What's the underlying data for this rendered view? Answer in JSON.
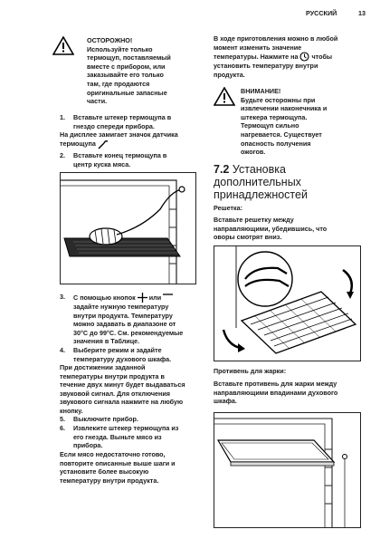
{
  "header": {
    "section": "РУССКИЙ",
    "page": "13"
  },
  "left": {
    "warning": {
      "title": "ОСТОРОЖНО!",
      "lines": [
        "Используйте только",
        "термощуп, поставляемый",
        "вместе с прибором, или",
        "заказывайте его только",
        "там, где продаются",
        "оригинальные запасные",
        "части."
      ]
    },
    "step1": {
      "num": "1.",
      "lines": [
        "Вставьте штекер термощупа в",
        "гнездо спереди прибора."
      ]
    },
    "para1": [
      "На дисплее замигает значок датчика",
      "термощупа"
    ],
    "step2": {
      "num": "2.",
      "lines": [
        "Вставьте конец термощупа в",
        "центр куска мяса."
      ]
    },
    "step3": {
      "num": "3.",
      "lines": [
        "С помощью кнопок",
        "или",
        "задайте нужную температуру",
        "внутри продукта. Температуру",
        "можно задавать в диапазоне от",
        "30°C до 99°C. См. рекомендуемые",
        "значения в Таблице."
      ]
    },
    "step4": {
      "num": "4.",
      "lines": [
        "Выберите режим и задайте",
        "температуру духового шкафа."
      ]
    },
    "para2": [
      "При достижении заданной",
      "температуры внутри продукта в",
      "течение двух минут будет выдаваться",
      "звуковой сигнал. Для отключения",
      "звукового сигнала нажмите на любую",
      "кнопку."
    ],
    "step5": {
      "num": "5.",
      "lines": [
        "Выключите прибор."
      ]
    },
    "step6": {
      "num": "6.",
      "lines": [
        "Извлеките штекер термощупа из",
        "его гнезда. Выньте мясо из",
        "прибора."
      ]
    },
    "para3": [
      "Если мясо недостаточно готово,",
      "повторите описанные выше шаги и",
      "установите более высокую",
      "температуру внутри продукта."
    ]
  },
  "right": {
    "intro": [
      "В ходе приготовления можно в любой",
      "момент изменить значение",
      "температуры. Нажмите на",
      "чтобы",
      "установить температуру внутри",
      "продукта."
    ],
    "caution": {
      "title": "ВНИМАНИЕ!",
      "lines": [
        "Будьте осторожны при",
        "извлечении наконечника и",
        "штекера термощупа.",
        "Термощуп сильно",
        "нагревается. Существует",
        "опасность получения",
        "ожогов."
      ]
    },
    "section": {
      "number": "7.2",
      "title_lines": [
        "Установка",
        "дополнительных",
        "принадлежностей"
      ]
    },
    "grid": {
      "label": "Решетка:",
      "lines": [
        "Вставьте решетку между",
        "направляющими, убедившись, что",
        "оворы смотрят вниз."
      ]
    },
    "tray": {
      "label": "Противень для жарки:",
      "lines": [
        "Вставьте противень для жарки между",
        "направляющими впадинами духового",
        "шкафа."
      ]
    }
  },
  "icons": [
    "warning-triangle-icon",
    "caution-triangle-icon",
    "probe-icon",
    "plus-icon",
    "minus-icon",
    "clock-icon"
  ]
}
